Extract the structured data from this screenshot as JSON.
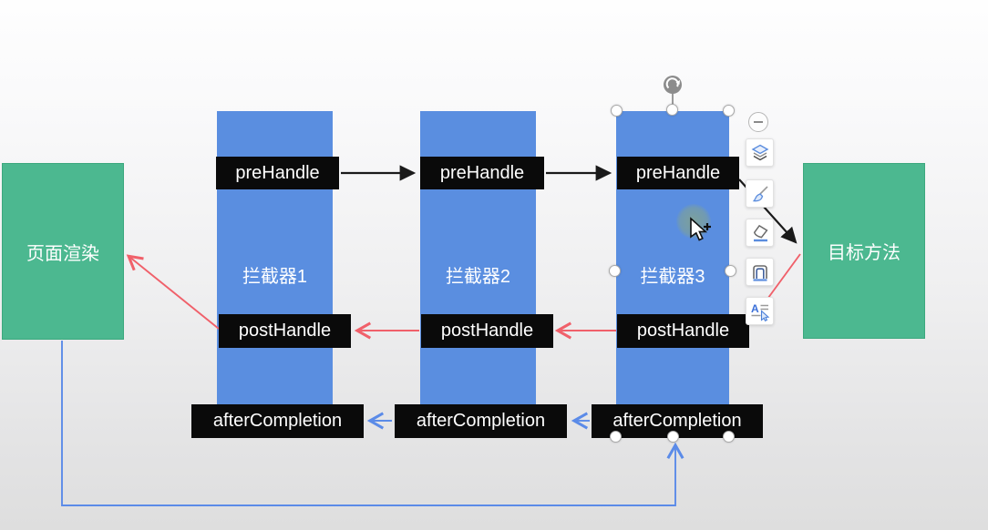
{
  "colors": {
    "interceptor_fill": "#5A8EE0",
    "endpoint_fill": "#4CB890",
    "endpoint_border": "#3CA87E",
    "label_bg": "#0A0A0A",
    "label_text": "#FFFFFF",
    "arrow_black": "#1A1A1A",
    "arrow_red": "#F0606A",
    "arrow_blue": "#5B8BE8",
    "background_top": "#FEFEFE",
    "background_bottom": "#DEDEDE"
  },
  "diagram": {
    "page_render": {
      "label": "页面渲染"
    },
    "target_method": {
      "label": "目标方法"
    },
    "interceptors": [
      {
        "name": "拦截器1",
        "pre_label": "preHandle",
        "post_label": "postHandle",
        "after_label": "afterCompletion"
      },
      {
        "name": "拦截器2",
        "pre_label": "preHandle",
        "post_label": "postHandle",
        "after_label": "afterCompletion"
      },
      {
        "name": "拦截器3",
        "pre_label": "preHandle",
        "post_label": "postHandle",
        "after_label": "afterCompletion"
      }
    ]
  },
  "toolbar": {
    "buttons": [
      {
        "icon": "collapse-minus-icon"
      },
      {
        "icon": "layers-icon"
      },
      {
        "icon": "brush-icon"
      },
      {
        "icon": "paint-bucket-icon"
      },
      {
        "icon": "frame-border-icon"
      },
      {
        "icon": "text-style-icon"
      }
    ]
  },
  "cursor": {
    "type": "arrow-with-plus"
  },
  "selection": {
    "target": "拦截器3"
  }
}
